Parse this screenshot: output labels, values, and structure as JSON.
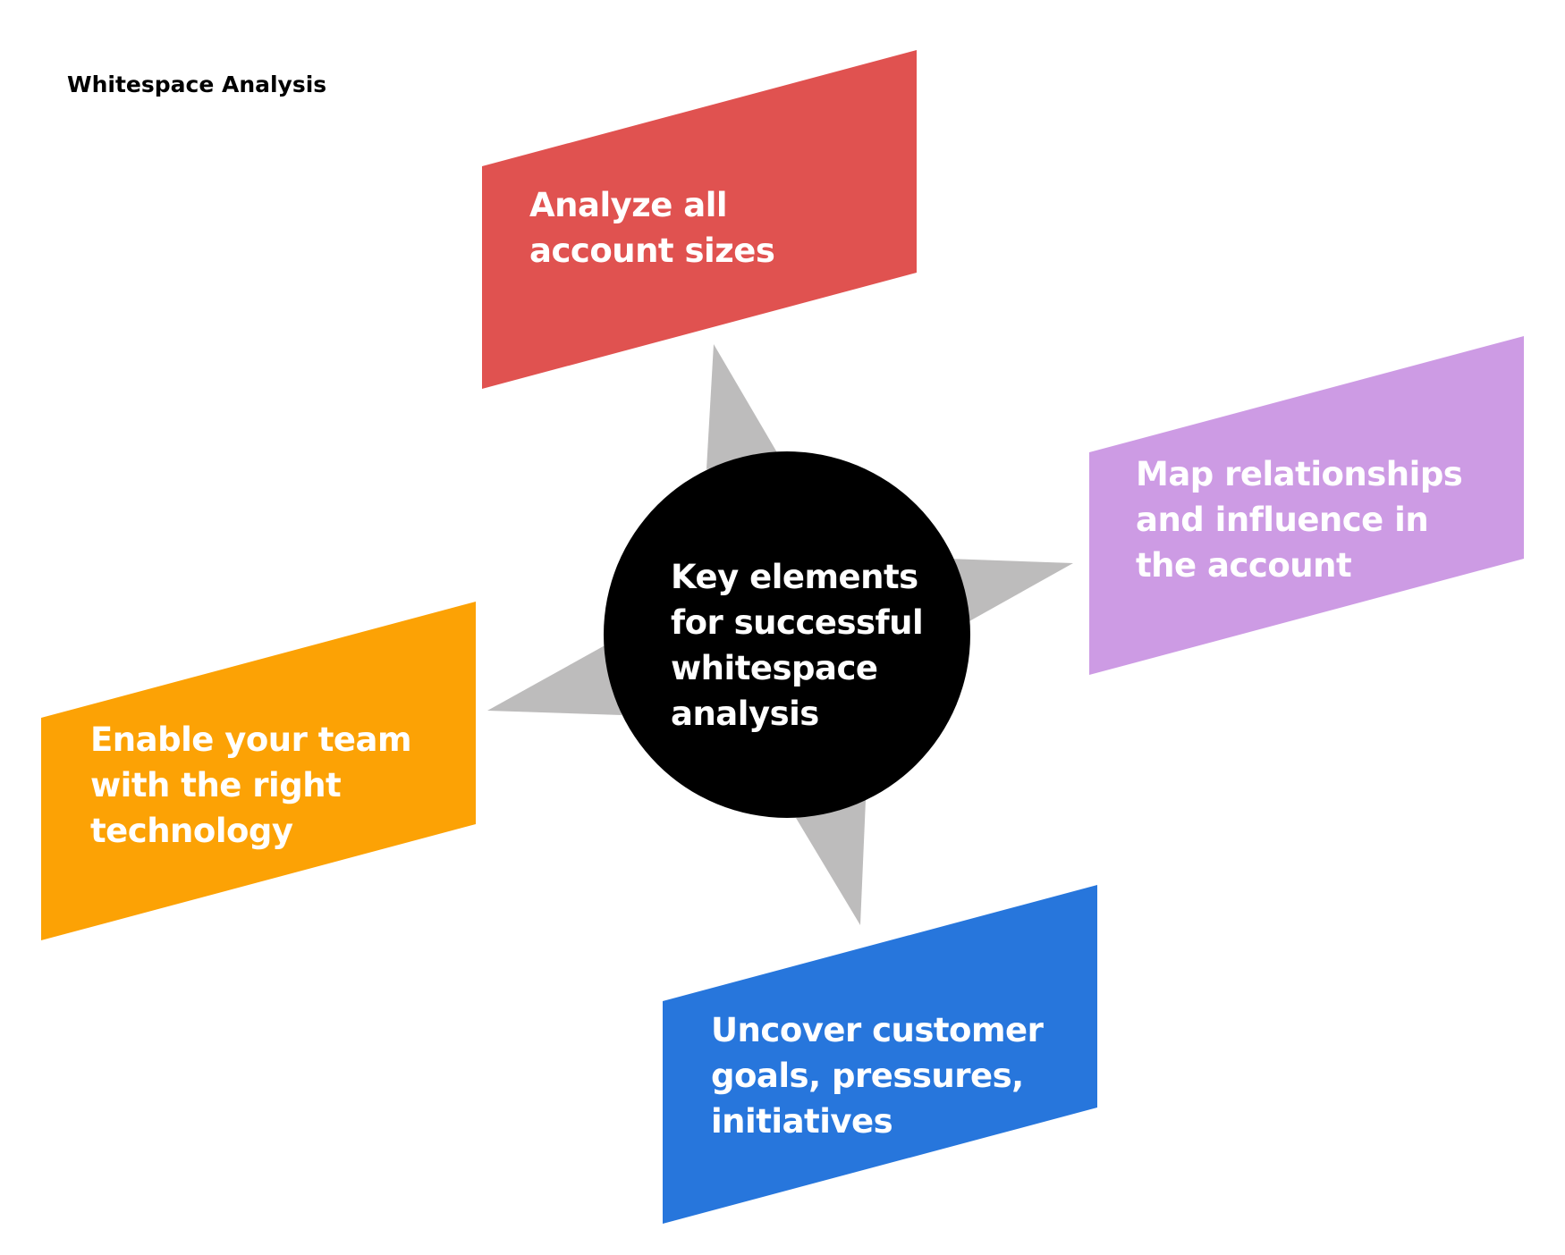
{
  "title": "Whitespace Analysis",
  "center": {
    "label": "Key elements\nfor successful\nwhitespace\nanalysis",
    "fill": "#000000"
  },
  "connector_color": "#bdbcbc",
  "elements": [
    {
      "id": "top",
      "label": "Analyze all\naccount sizes",
      "color": "#e05250"
    },
    {
      "id": "right",
      "label": "Map relationships\nand influence in\nthe account",
      "color": "#cd9be4"
    },
    {
      "id": "left",
      "label": "Enable your team\nwith the right\ntechnology",
      "color": "#fca205"
    },
    {
      "id": "bottom",
      "label": "Uncover customer\ngoals, pressures,\ninitiatives",
      "color": "#2776dc"
    }
  ]
}
